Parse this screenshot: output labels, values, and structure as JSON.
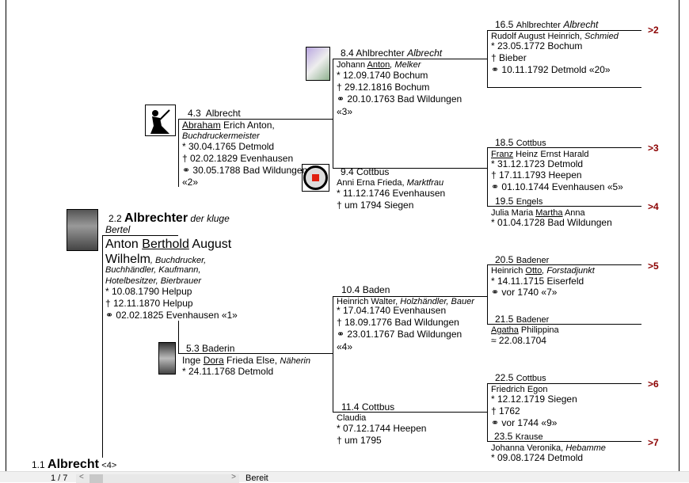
{
  "p1": {
    "num": "1.1",
    "name": "Albrecht",
    "ref": "<4>"
  },
  "p2": {
    "num": "2.2",
    "surname": "Albrechter",
    "epithet": "der kluge",
    "nick": "Bertel",
    "given1": "Anton",
    "given_call": "Berthold",
    "given2": "August",
    "given3": "Wilhelm",
    "occ1": ", Buchdrucker,",
    "occ2": "Buchhändler,  Kaufmann,",
    "occ3": "Hotelbesitzer, Bierbrauer",
    "birth": "* 10.08.1790  Helpup",
    "death": "† 12.11.1870  Helpup",
    "marr": "⚭ 02.02.1825  Evenhausen  «1»"
  },
  "p4": {
    "num": "4.3",
    "name": "Albrecht",
    "call": "Abraham",
    "given": " Erich  Anton,",
    "occ": "Buchdruckermeister",
    "birth": "* 30.04.1765  Detmold",
    "death": "† 02.02.1829  Evenhausen",
    "marr": "⚭ 30.05.1788  Bad Wildungen",
    "ref": "«2»"
  },
  "p5": {
    "num": "5.3",
    "name": "Baderin",
    "g1": "Inge ",
    "call": "Dora",
    "g2": " Frieda Else, ",
    "occ": "Näherin",
    "birth": "* 24.11.1768  Detmold"
  },
  "p8": {
    "num": "8.4",
    "name": "Ahlbrechter",
    "alt": "Albrecht",
    "g1": "Johann ",
    "call": "Anton",
    "occ": ", Melker",
    "birth": "* 12.09.1740  Bochum",
    "death": "† 29.12.1816  Bochum",
    "marr": "⚭ 20.10.1763  Bad Wildungen",
    "ref": "«3»"
  },
  "p9": {
    "num": "9.4",
    "name": "Cottbus",
    "given": "Anni Erna Frieda, ",
    "occ": "Marktfrau",
    "birth": "* 11.12.1746  Evenhausen",
    "death": "† um 1794 Siegen"
  },
  "p10": {
    "num": "10.4",
    "name": "Baden",
    "given": "Heinrich Walter, ",
    "occ": "Holzhändler, Bauer",
    "birth": "* 17.04.1740  Evenhausen",
    "death": "† 18.09.1776  Bad Wildungen",
    "marr": "⚭ 23.01.1767  Bad Wildungen",
    "ref": "«4»"
  },
  "p11": {
    "num": "11.4",
    "name": "Cottbus",
    "given": "Claudia",
    "birth": "* 07.12.1744  Heepen",
    "death": "† um 1795"
  },
  "p16": {
    "num": "16.5",
    "name": "Ahlbrechter",
    "alt": "Albrecht",
    "given": "Rudolf August Heinrich, ",
    "occ": "Schmied",
    "birth": "* 23.05.1772  Bochum",
    "death": "† Bieber",
    "marr": "⚭ 10.11.1792  Detmold  «20»",
    "more": ">2"
  },
  "p18": {
    "num": "18.5",
    "name": "Cottbus",
    "call": "Franz",
    "given": " Heinz Ernst Harald",
    "birth": "* 31.12.1723  Detmold",
    "death": "† 17.11.1793  Heepen",
    "marr": "⚭ 01.10.1744  Evenhausen  «5»",
    "more": ">3"
  },
  "p19": {
    "num": "19.5",
    "name": "Engels",
    "g1": "Julia Maria ",
    "call": "Martha",
    "g2": " Anna",
    "birth": "* 01.04.1728  Bad Wildungen",
    "more": ">4"
  },
  "p20": {
    "num": "20.5",
    "name": "Badener",
    "g1": "Heinrich ",
    "call": "Otto",
    "occ": ", Forstadjunkt",
    "birth": "* 14.11.1715  Eiserfeld",
    "marr": "⚭ vor 1740  «7»",
    "more": ">5"
  },
  "p21": {
    "num": "21.5",
    "name": "Badener",
    "call": "Agatha",
    "given": "  Philippina",
    "bapt": "≈ 22.08.1704"
  },
  "p22": {
    "num": "22.5",
    "name": "Cottbus",
    "given": "Friedrich  Egon",
    "birth": "* 12.12.1719  Siegen",
    "death": "† 1762",
    "marr": "⚭ vor 1744  «9»",
    "more": ">6"
  },
  "p23": {
    "num": "23.5",
    "name": "Krause",
    "given": "Johanna Veronika,  ",
    "occ": "Hebamme",
    "birth": "* 09.08.1724  Detmold",
    "more": ">7"
  },
  "status": {
    "page": "1 / 7",
    "state": "Bereit"
  },
  "colors": {
    "marker": "#8b0000"
  }
}
